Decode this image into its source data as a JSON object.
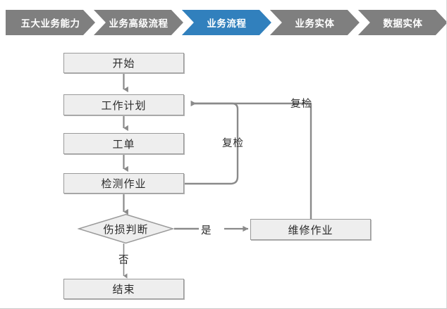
{
  "breadcrumb": {
    "active_color": "#3180bd",
    "inactive_color": "#7f7f7f",
    "items": [
      {
        "label": "五大业务能力",
        "active": false
      },
      {
        "label": "业务高级流程",
        "active": false
      },
      {
        "label": "业务流程",
        "active": true
      },
      {
        "label": "业务实体",
        "active": false
      },
      {
        "label": "数据实体",
        "active": false
      }
    ]
  },
  "flow": {
    "node_fill": "#eeeeee",
    "node_border": "#9a9a9a",
    "connector_color": "#8a8a8a",
    "nodes": [
      {
        "id": "start",
        "label": "开始",
        "shape": "box"
      },
      {
        "id": "work-plan",
        "label": "工作计划",
        "shape": "box"
      },
      {
        "id": "work-order",
        "label": "工单",
        "shape": "box"
      },
      {
        "id": "inspection",
        "label": "检测作业",
        "shape": "box"
      },
      {
        "id": "decision",
        "label": "伤损判断",
        "shape": "diamond"
      },
      {
        "id": "repair",
        "label": "维修作业",
        "shape": "box"
      },
      {
        "id": "end",
        "label": "结束",
        "shape": "box"
      }
    ],
    "edge_labels": [
      {
        "id": "yes",
        "label": "是"
      },
      {
        "id": "no",
        "label": "否"
      },
      {
        "id": "recheck-inner",
        "label": "复检"
      },
      {
        "id": "recheck-outer",
        "label": "复检"
      }
    ]
  }
}
